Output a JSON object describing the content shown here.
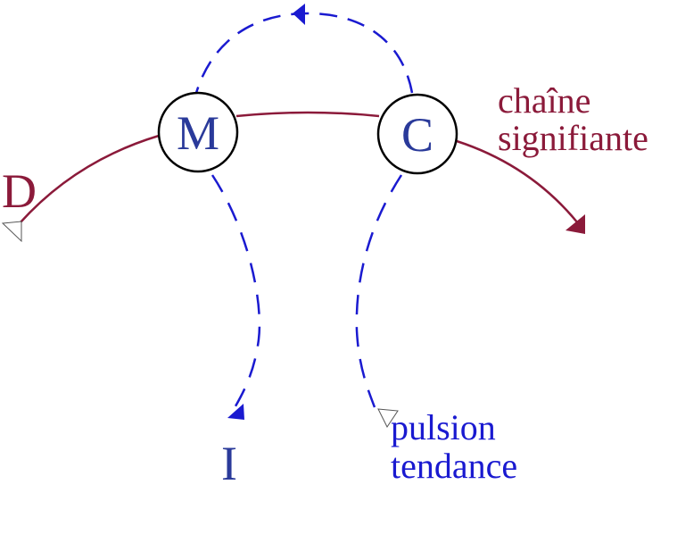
{
  "nodes": {
    "m": {
      "label": "M"
    },
    "c": {
      "label": "C"
    }
  },
  "labels": {
    "d": "D",
    "i": "I",
    "chaine_line1": "chaîne",
    "chaine_line2": "signifiante",
    "pulsion_line1": "pulsion",
    "pulsion_line2": "tendance"
  },
  "colors": {
    "signifier_chain": "#8b1a3a",
    "drive_path": "#1a1ad0",
    "node_text": "#2a3a9a",
    "node_stroke": "#000000",
    "arrow_outline": "#555555"
  }
}
